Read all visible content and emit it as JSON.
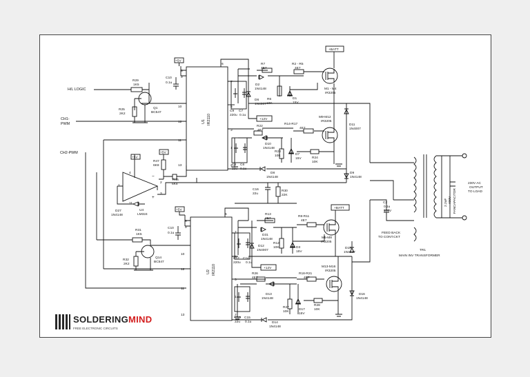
{
  "labels": {
    "hl_logic": "H/L LOGIC",
    "ch1_pwm_a": "CH1-",
    "ch1_pwm_b": "PWM",
    "ch2_pwm": "CH2-PWM",
    "plus5v": "+5V",
    "plus12v": "+12V",
    "plus_batt": "+BATT",
    "r29": "R29",
    "r29v": "1K5",
    "r25": "R25",
    "r25v": "2K2",
    "q1": "Q1",
    "q1v": "BC547",
    "r31": "R31",
    "r31v": "1K5",
    "r32": "R32",
    "r32v": "2K2",
    "q14": "Q14",
    "q14v": "BC547",
    "c10": "C10",
    "c10v": "0.1u",
    "u1a": "U1",
    "u1b": "IR2110",
    "u2a": "U2",
    "u2b": "IR2110",
    "r7": "R7",
    "r7v": "4E7",
    "d2": "D2",
    "d2v": "1N4148",
    "r2r5": "R2 - R5",
    "r2r5v": "4E7",
    "r6": "R6",
    "r6v": "10K",
    "d1": "D1",
    "d1v": "15V",
    "m1": "M1 - M4",
    "m1v": "IR3205",
    "c9": "C9",
    "c9v": "220u",
    "c7": "C7",
    "c7v": "0.1u",
    "d6": "D6",
    "d6v": "1N4007",
    "r22": "R22",
    "r22v": "4E7",
    "d10": "D10",
    "d10v": "1N4148",
    "r14": "R14-R17",
    "r14v": "4E7",
    "m9": "M9-M12",
    "m9v": "IR3205",
    "r23": "R23",
    "r23v": "10K",
    "d7": "D7",
    "d7v": "15V",
    "r24": "R24",
    "r24v": "10K",
    "c8": "C8",
    "c8v": "22u",
    "c6": "C6",
    "c6v": "0.1u",
    "d8": "D8",
    "d8v": "1N4148",
    "d9": "D9",
    "d9v": "1N4148",
    "d11": "D11",
    "d11v": "1N4007",
    "r47": "R47",
    "r47v": "6K8",
    "r46": "R46",
    "r46v": "6K8",
    "u4": "U4",
    "u4v": "LM324",
    "d27": "D27",
    "d27v": "1N4148",
    "c16": "C16",
    "c16v": "22u",
    "r30": "R30",
    "r30v": "22K",
    "r13": "R13",
    "r13v": "4E7",
    "d31": "D31",
    "d31v": "1N4148",
    "r8r11": "R8-R11",
    "r8r11v": "4E7",
    "m5": "M5-M8",
    "m5v": "IR3205",
    "r12": "R12",
    "r12v": "10K",
    "d3": "D3",
    "d3v": "15V",
    "c12": "C12",
    "c12v": "220u",
    "c14": "C14",
    "c14v": "0.1u",
    "d12": "D12",
    "d12v": "1N4007",
    "r26": "R26",
    "r26v": "4E7",
    "d13": "D13",
    "d13v": "1N4148",
    "r18r21": "R18-R21",
    "r18r21v": "4E7",
    "m13": "M13-M16",
    "m13v": "IR3205",
    "r27": "R27",
    "r27v": "10K",
    "d17": "D17",
    "d17v": "15V",
    "r28": "R28",
    "r28v": "10K",
    "c13": "C13",
    "c13v": "22u",
    "c15": "C15",
    "c15v": "0.1u",
    "d14": "D14",
    "d14v": "1N4148",
    "d15": "D15",
    "d15v": "1N4007",
    "d16": "D16",
    "d16v": "1N4148",
    "c2": "C2",
    "c2v1": "0.1u",
    "c2v2": "100V",
    "feedback1": "FEED BACK",
    "feedback2": "TO CONT.CKT",
    "tr1": "TR1",
    "tr1v": "MAIN INV TRANSFORMER",
    "cap1": "2.2uF",
    "cap2": "400V",
    "cap3": "FANCAPACITOR",
    "out1": "230V AC",
    "out2": "OUTPUT",
    "out3": "TO LOAD",
    "pins": {
      "u1_6": "6",
      "u1_8": "8",
      "u1_9": "9",
      "u1_7": "7",
      "u1_10": "10",
      "u1_12": "12",
      "u1_5": "5",
      "u1_3": "3",
      "u1_11": "11",
      "u1_1": "1",
      "u1_13": "13",
      "u1_2": "2",
      "u2_6": "6",
      "u2_8": "8",
      "u2_9": "9",
      "u2_7": "7",
      "u2_10": "10",
      "u2_5": "5",
      "u2_12": "12",
      "u2_3": "3",
      "u2_11": "11",
      "u2_1": "1",
      "u2_13": "13",
      "u2_2": "2",
      "u4_4": "4",
      "u4_1": "1",
      "u4_2": "2",
      "u4_3": "3",
      "u4_11": "11"
    }
  },
  "logo": {
    "part1": "SOLDERING",
    "part2": "MIND",
    "tagline": "FREE ELECTRONIC CIRCUITS"
  },
  "colors": {
    "brand_dark": "#222222",
    "brand_red": "#d31c1c"
  }
}
